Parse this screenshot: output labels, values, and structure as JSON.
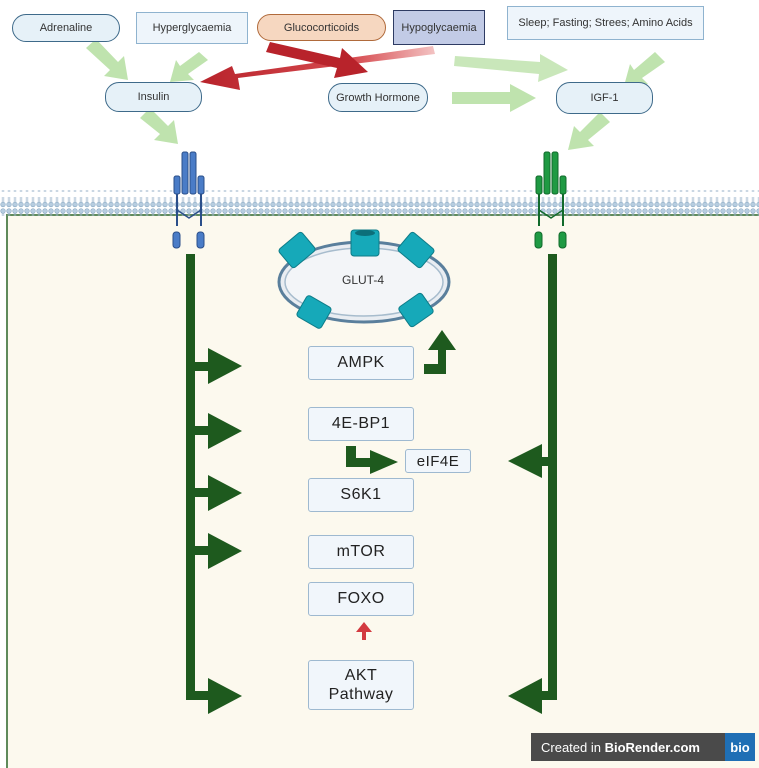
{
  "inputs": {
    "adrenaline": "Adrenaline",
    "hyperglycaemia": "Hyperglycaemia",
    "glucocorticoids": "Glucocorticoids",
    "hypoglycaemia": "Hypoglycaemia",
    "sleep_fasting": "Sleep; Fasting; Strees; Amino Acids"
  },
  "hormones": {
    "insulin": "Insulin",
    "growth_hormone": "Growth Hormone",
    "igf1": "IGF-1"
  },
  "vesicle": {
    "label": "GLUT-4"
  },
  "molecules": {
    "ampk": "AMPK",
    "bp1": "4E-BP1",
    "eif4e": "eIF4E",
    "s6k1": "S6K1",
    "mtor": "mTOR",
    "foxo": "FOXO",
    "akt_line1": "AKT",
    "akt_line2": "Pathway"
  },
  "credit": {
    "prefix": "Created in ",
    "brand": "BioRender.com",
    "logo": "bio"
  },
  "colors": {
    "activation_light_green": "#b9e0a8",
    "inhibition_red": "#c0262c",
    "pathway_dark_green": "#1e5a1e",
    "insulin_receptor": "#4a79c4",
    "igf1_receptor": "#22a04a",
    "glut4_teal": "#14a7b7"
  }
}
